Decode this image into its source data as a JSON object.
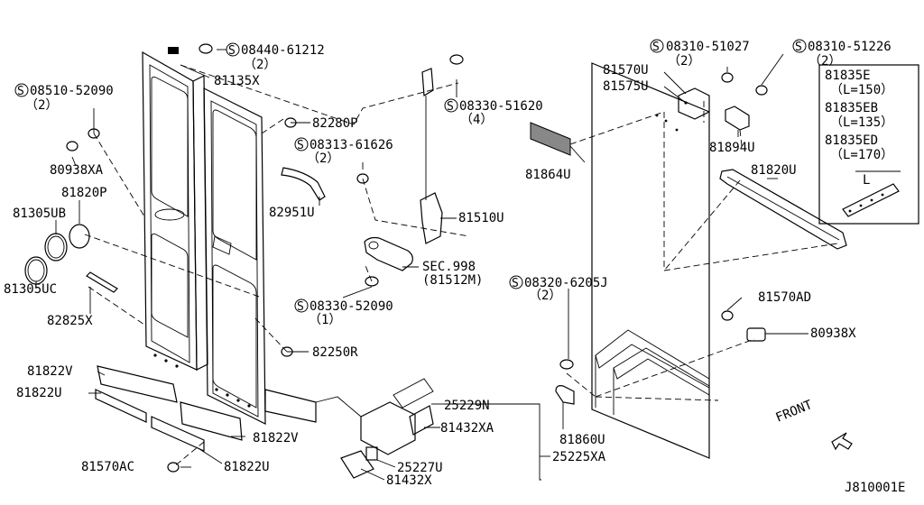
{
  "diagram": {
    "code": "J810001E",
    "front": "FRONT",
    "inset": {
      "rows": [
        {
          "part": "81835E",
          "spec": "（L=150）"
        },
        {
          "part": "81835EB",
          "spec": "（L=135）"
        },
        {
          "part": "81835ED",
          "spec": "（L=170）"
        }
      ],
      "dim": "L"
    },
    "screws": [
      {
        "label": "08440-61212",
        "qty": "（2）"
      },
      {
        "label": "08510-52090",
        "qty": "（2）"
      },
      {
        "label": "08313-61626",
        "qty": "（2）"
      },
      {
        "label": "08330-51620",
        "qty": "（4）"
      },
      {
        "label": "08330-52090",
        "qty": "（1）"
      },
      {
        "label": "08320-6205J",
        "qty": "（2）"
      },
      {
        "label": "08310-51027",
        "qty": "（2）"
      },
      {
        "label": "08310-51226",
        "qty": "（2）"
      }
    ],
    "parts": [
      "81135X",
      "80938XA",
      "81820P",
      "81305UB",
      "81305UC",
      "82825X",
      "82280P",
      "82951U",
      "81510U",
      "SEC.998",
      "(81512M)",
      "82250R",
      "81822V",
      "81822U",
      "81822V",
      "81570AC",
      "81822U",
      "25229N",
      "81432XA",
      "25227U",
      "25225XA",
      "81432X",
      "81570U",
      "81575U",
      "81864U",
      "81894U",
      "81820U",
      "81570AD",
      "80938X",
      "81860U"
    ]
  }
}
